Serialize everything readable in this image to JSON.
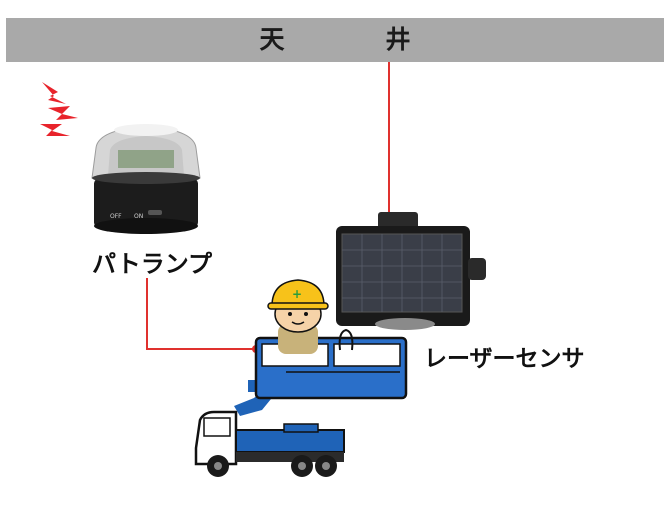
{
  "ceiling": {
    "label": "天　井"
  },
  "lamp": {
    "label": "パトランプ",
    "switch_off": "OFF",
    "switch_on": "ON"
  },
  "sensor": {
    "label": "レーザーセンサ"
  },
  "worker": {
    "helmet_mark": "+"
  },
  "colors": {
    "ceiling": "#a9a9a9",
    "wire": "#e0312e",
    "alarm": "#e8232b",
    "truck_blue": "#1f63b7",
    "basket_blue": "#2a6fc9",
    "helmet": "#f7c21a"
  }
}
